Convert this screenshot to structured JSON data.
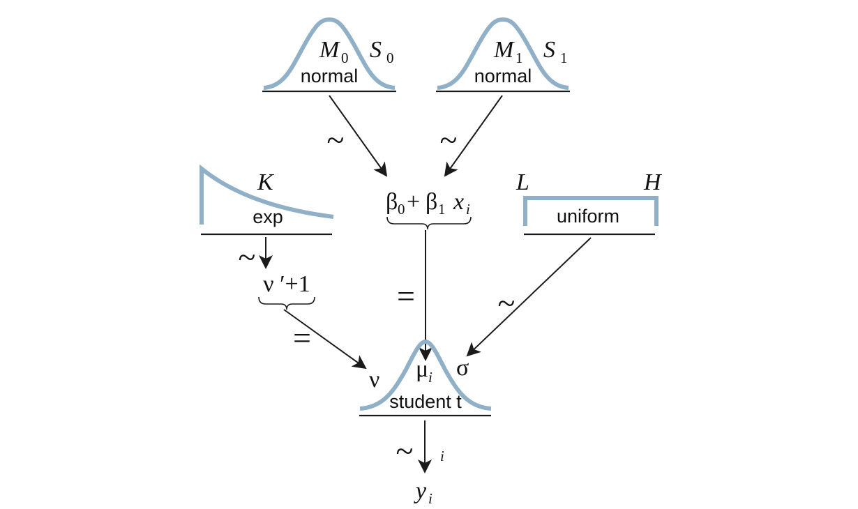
{
  "distributions": {
    "normal_intercept": {
      "name": "normal",
      "params": {
        "mean": "M",
        "mean_sub": "0",
        "sd": "S",
        "sd_sub": "0"
      }
    },
    "normal_slope": {
      "name": "normal",
      "params": {
        "mean": "M",
        "mean_sub": "1",
        "sd": "S",
        "sd_sub": "1"
      }
    },
    "exp": {
      "name": "exp",
      "params": {
        "rate": "K"
      }
    },
    "uniform": {
      "name": "uniform",
      "params": {
        "low": "L",
        "high": "H"
      }
    },
    "student_t": {
      "name": "student t",
      "params": {
        "nu": "ν",
        "mu": "μ",
        "mu_sub": "i",
        "sigma": "σ"
      }
    }
  },
  "expressions": {
    "linear": {
      "b0": "β",
      "b0_sub": "0",
      "plus": "+",
      "b1": "β",
      "b1_sub": "1",
      "x": "x",
      "x_sub": "i"
    },
    "nu": {
      "text": "ν ′+1"
    },
    "y": {
      "text": "y",
      "sub": "i"
    }
  },
  "relations": {
    "tilde": "~",
    "equals": "=",
    "index": "i"
  }
}
